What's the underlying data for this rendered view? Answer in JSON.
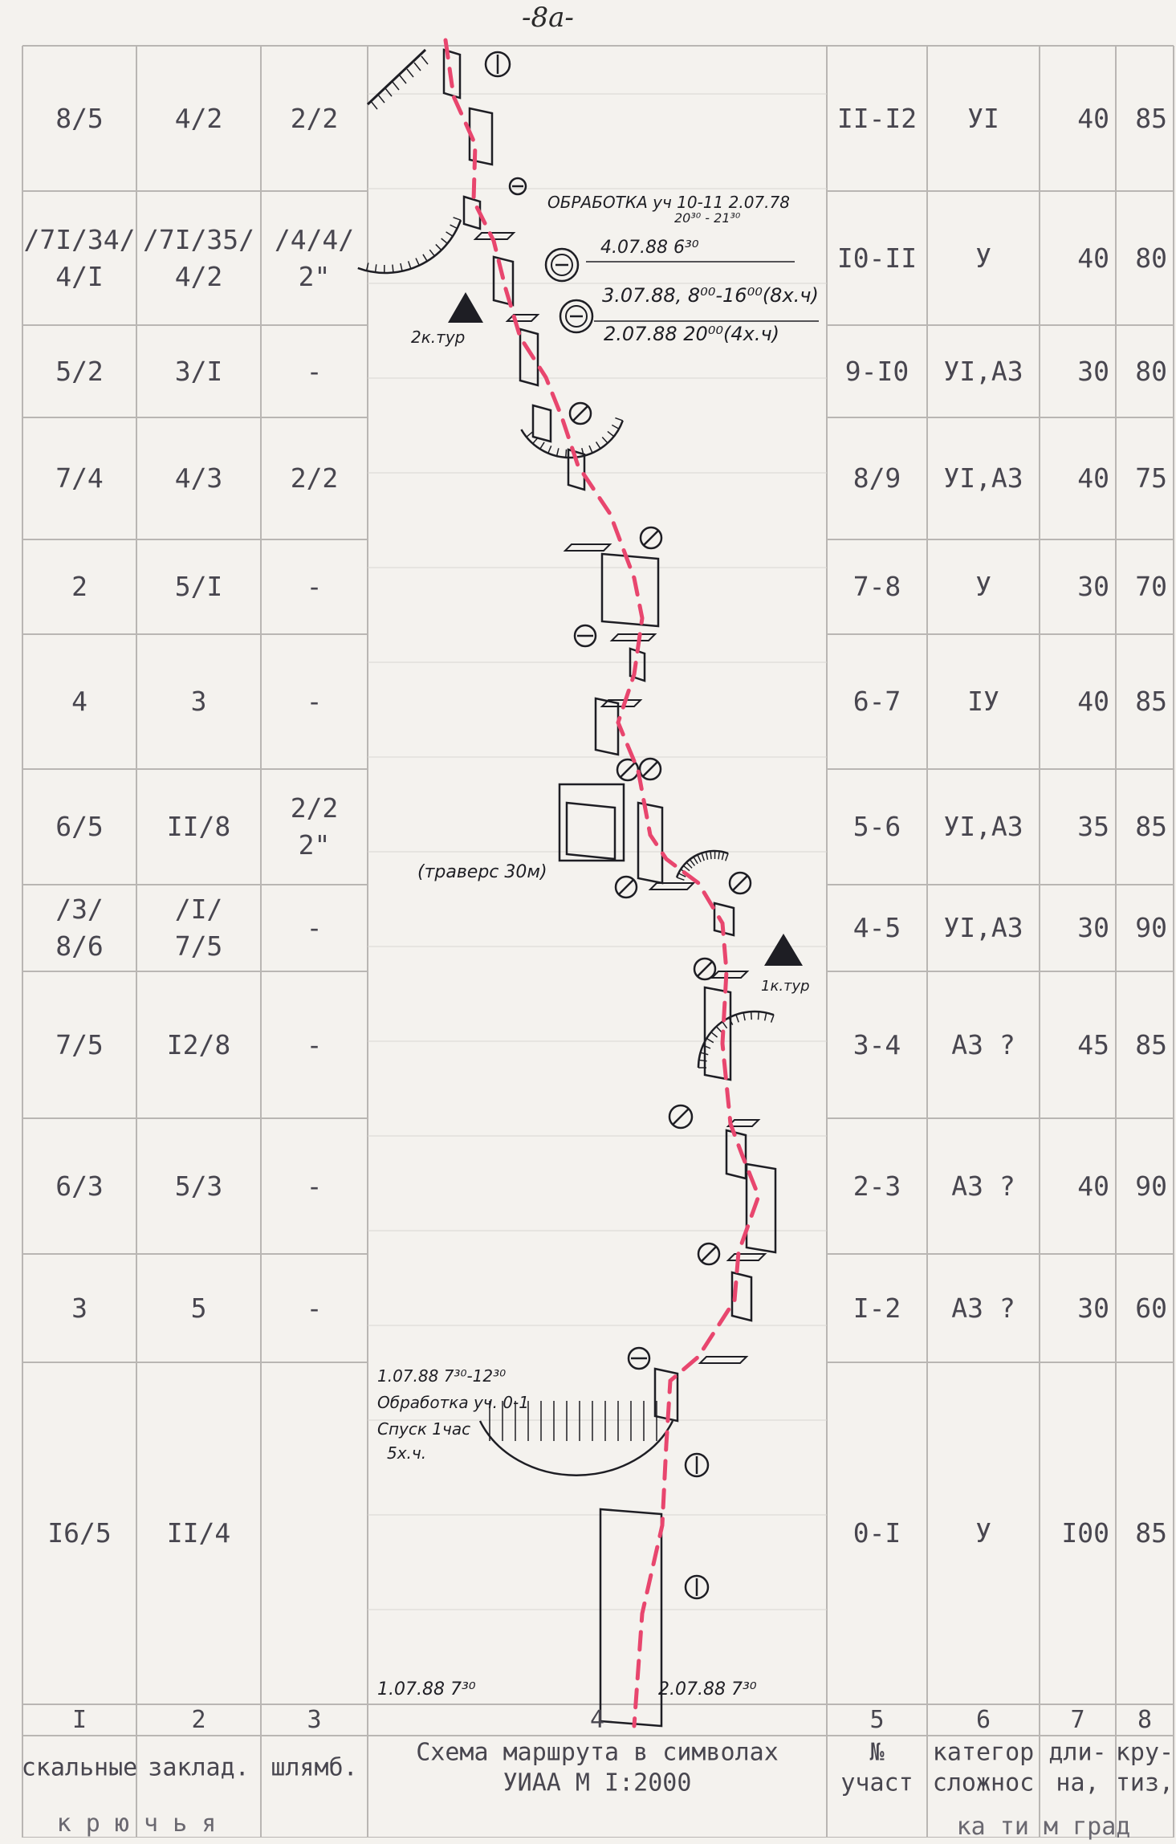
{
  "page_number": "-8a-",
  "rows": [
    {
      "c1": "8/5",
      "c2": "4/2",
      "c3": "2/2",
      "c5": "II-I2",
      "c6": "УI",
      "c7": "40",
      "c8": "85"
    },
    {
      "c1": "/7I/34/\n4/I",
      "c2": "/7I/35/\n4/2",
      "c3": "/4/4/\n2\"",
      "c5": "I0-II",
      "c6": "У",
      "c7": "40",
      "c8": "80"
    },
    {
      "c1": "5/2",
      "c2": "3/I",
      "c3": "-",
      "c5": "9-I0",
      "c6": "УI,A3",
      "c7": "30",
      "c8": "80"
    },
    {
      "c1": "7/4",
      "c2": "4/3",
      "c3": "2/2",
      "c5": "8/9",
      "c6": "УI,A3",
      "c7": "40",
      "c8": "75"
    },
    {
      "c1": "2",
      "c2": "5/I",
      "c3": "-",
      "c5": "7-8",
      "c6": "У",
      "c7": "30",
      "c8": "70"
    },
    {
      "c1": "4",
      "c2": "3",
      "c3": "-",
      "c5": "6-7",
      "c6": "IУ",
      "c7": "40",
      "c8": "85"
    },
    {
      "c1": "6/5",
      "c2": "II/8",
      "c3": "2/2\n2\"",
      "c5": "5-6",
      "c6": "УI,A3",
      "c7": "35",
      "c8": "85"
    },
    {
      "c1": "/3/\n8/6",
      "c2": "/I/\n7/5",
      "c3": "-",
      "c5": "4-5",
      "c6": "УI,A3",
      "c7": "30",
      "c8": "90"
    },
    {
      "c1": "7/5",
      "c2": "I2/8",
      "c3": "-",
      "c5": "3-4",
      "c6": "A3 ?",
      "c7": "45",
      "c8": "85"
    },
    {
      "c1": "6/3",
      "c2": "5/3",
      "c3": "-",
      "c5": "2-3",
      "c6": "A3 ?",
      "c7": "40",
      "c8": "90"
    },
    {
      "c1": "3",
      "c2": "5",
      "c3": "-",
      "c5": "I-2",
      "c6": "A3 ?",
      "c7": "30",
      "c8": "60"
    },
    {
      "c1": "I6/5",
      "c2": "II/4",
      "c3": "",
      "c5": "0-I",
      "c6": "У",
      "c7": "I00",
      "c8": "85"
    }
  ],
  "column_numbers": [
    "I",
    "2",
    "3",
    "4",
    "5",
    "6",
    "7",
    "8"
  ],
  "column_headers": [
    "скальные",
    "заклад.",
    "шлямб.",
    "Схема маршрута в символах\nУИАА  М I:2000",
    "№\nучаст",
    "категор\nсложнос",
    "дли-\nна,",
    "кру-\nтиз,"
  ],
  "header_subline": "к р ю ч ь я",
  "header_subline_right": "ка    ти    м    град",
  "annotations": {
    "processing_top": "ОБРАБОТКА уч 10-11  2.07.78",
    "processing_top_time": "20³⁰ - 21³⁰",
    "bivouac1": "4.07.88  6³⁰",
    "bivouac2": "3.07.88, 8⁰⁰-16⁰⁰(8х.ч)",
    "bivouac3": "2.07.88  20⁰⁰(4х.ч)",
    "tour2": "2к.тур",
    "traverse": "(траверс 30м)",
    "tour1": "1к.тур",
    "start_note1": "1.07.88  7³⁰-12³⁰",
    "start_note2": "Обработка уч. 0-1",
    "start_note3": "Спуск 1час",
    "start_note4": "5х.ч.",
    "bottom_left": "1.07.88  7³⁰",
    "bottom_right": "2.07.88  7³⁰"
  },
  "colors": {
    "route": "#e8466e",
    "ink": "#1e1e24",
    "grid": "#b9b6b3"
  }
}
